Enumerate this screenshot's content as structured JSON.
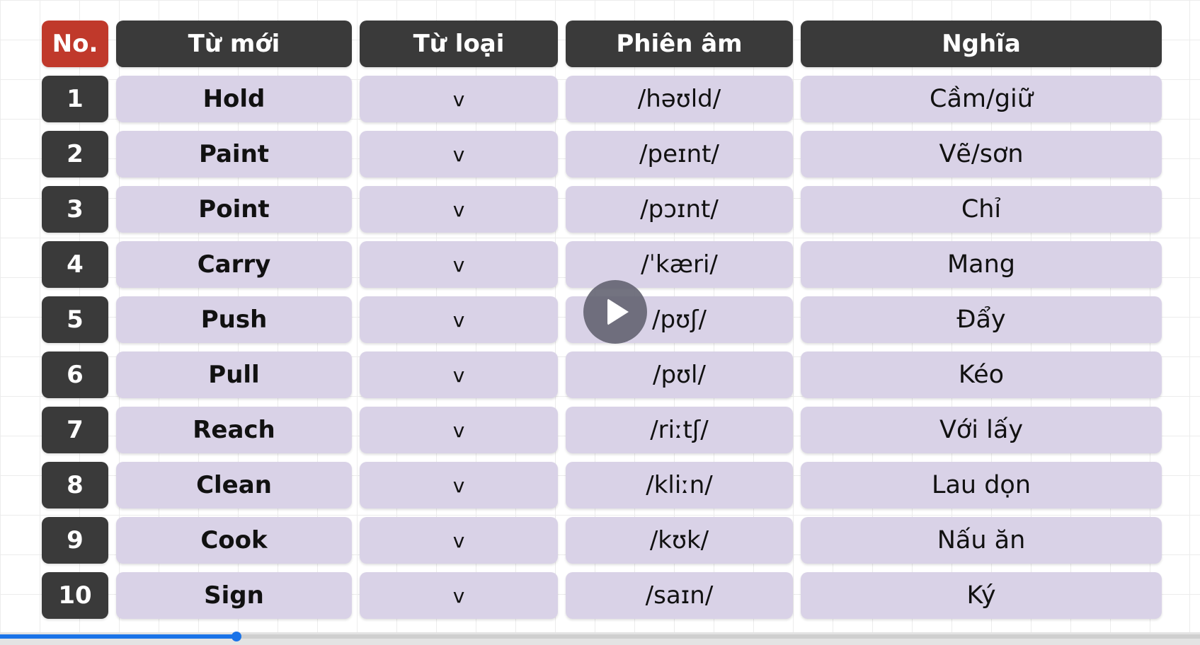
{
  "table": {
    "headers": {
      "no": "No.",
      "word": "Từ mới",
      "type": "Từ loại",
      "ipa": "Phiên âm",
      "meaning": "Nghĩa"
    },
    "rows": [
      {
        "no": "1",
        "word": "Hold",
        "type": "v",
        "ipa": "/həʊld/",
        "meaning": "Cầm/giữ"
      },
      {
        "no": "2",
        "word": "Paint",
        "type": "v",
        "ipa": "/peɪnt/",
        "meaning": "Vẽ/sơn"
      },
      {
        "no": "3",
        "word": "Point",
        "type": "v",
        "ipa": "/pɔɪnt/",
        "meaning": "Chỉ"
      },
      {
        "no": "4",
        "word": "Carry",
        "type": "v",
        "ipa": "/ˈkæri/",
        "meaning": "Mang"
      },
      {
        "no": "5",
        "word": "Push",
        "type": "v",
        "ipa": "/pʊʃ/",
        "meaning": "Đẩy"
      },
      {
        "no": "6",
        "word": "Pull",
        "type": "v",
        "ipa": "/pʊl/",
        "meaning": "Kéo"
      },
      {
        "no": "7",
        "word": "Reach",
        "type": "v",
        "ipa": "/riːtʃ/",
        "meaning": "Với lấy"
      },
      {
        "no": "8",
        "word": "Clean",
        "type": "v",
        "ipa": "/kliːn/",
        "meaning": "Lau dọn"
      },
      {
        "no": "9",
        "word": "Cook",
        "type": "v",
        "ipa": "/kʊk/",
        "meaning": "Nấu ăn"
      },
      {
        "no": "10",
        "word": "Sign",
        "type": "v",
        "ipa": "/saɪn/",
        "meaning": "Ký"
      }
    ]
  },
  "player": {
    "play_icon": "play-icon",
    "progress_fraction": 0.197
  },
  "colors": {
    "no_header": "#c0392b",
    "header": "#3a3a3a",
    "cell": "#d9d2e7",
    "progress": "#1a73e8"
  }
}
